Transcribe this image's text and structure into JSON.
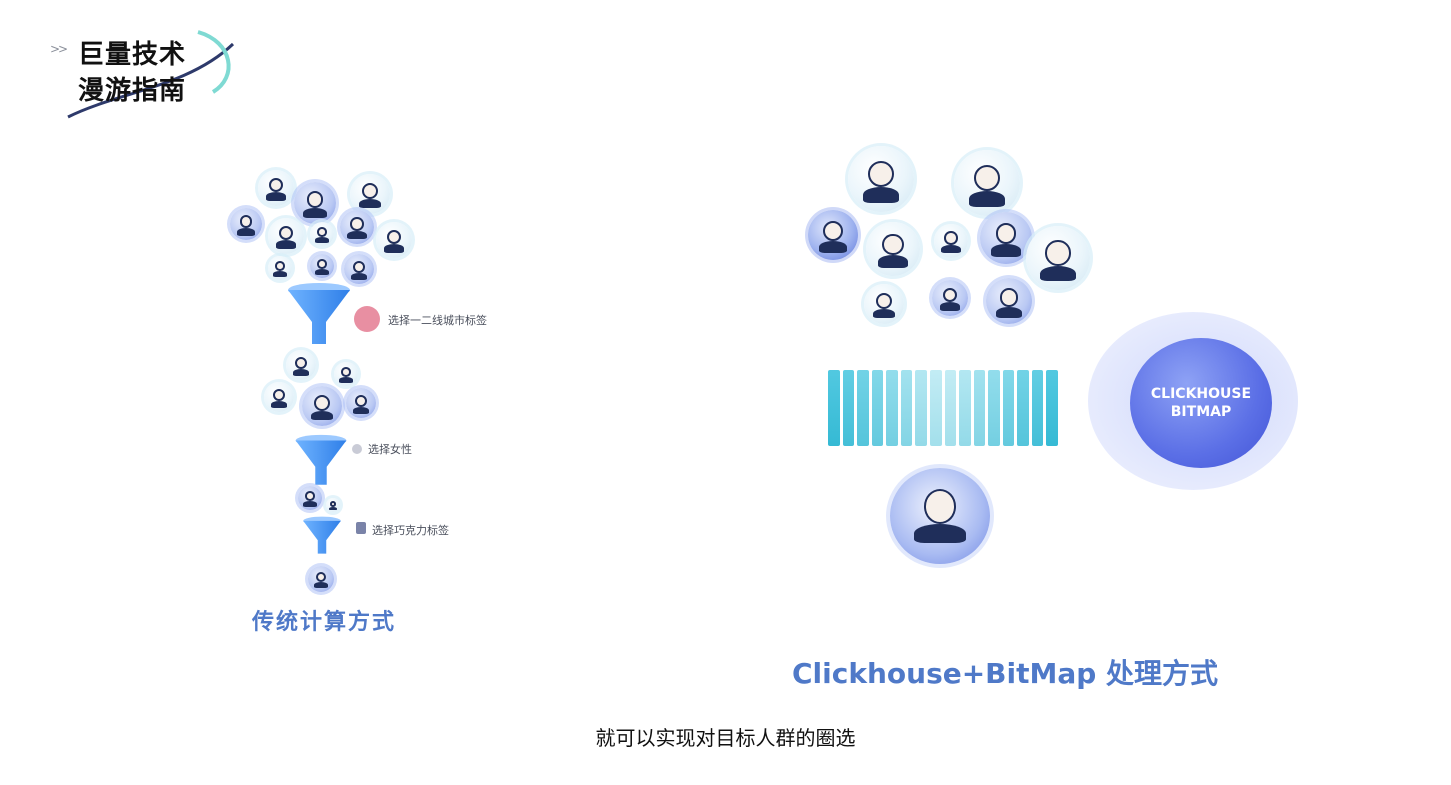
{
  "logo": {
    "chevrons": ">>",
    "line1": "巨量技术",
    "line2": "漫游指南"
  },
  "left_panel": {
    "tags": [
      {
        "text": "选择一二线城市标签",
        "icon": "building-icon",
        "color": "#e88fa2"
      },
      {
        "text": "选择女性",
        "icon": "female-icon",
        "color": "#c9cbd6"
      },
      {
        "text": "选择巧克力标签",
        "icon": "document-icon",
        "color": "#7a83a8"
      }
    ],
    "caption": "传统计算方式"
  },
  "right_panel": {
    "engine_line1": "CLICKHOUSE",
    "engine_line2": "BITMAP",
    "caption": "Clickhouse+BitMap 处理方式"
  },
  "subtitle": "就可以实现对目标人群的圈选",
  "colors": {
    "caption": "#4f79c8",
    "funnel": "#3d8ef0",
    "engine": "#5b6fe6",
    "bitmap_bar": "#7fd3e6"
  }
}
